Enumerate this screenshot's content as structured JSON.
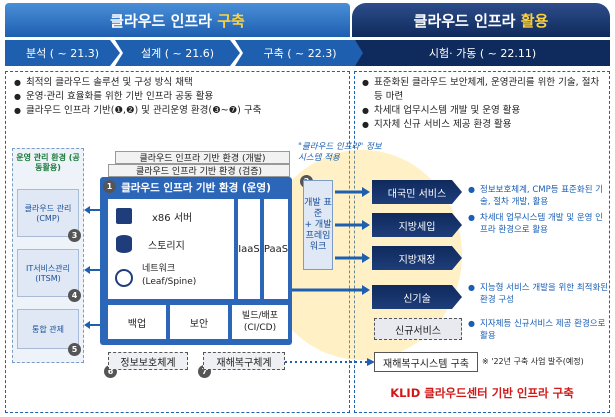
{
  "header": {
    "left_title_prefix": "클라우드 인프라",
    "left_title_highlight": "구축",
    "right_title_prefix": "클라우드 인프라",
    "right_title_highlight": "활용"
  },
  "phases": [
    {
      "label": "분석 ( ~ 21.3)"
    },
    {
      "label": "설계 ( ~ 21.6)"
    },
    {
      "label": "구축 ( ~ 22.3)"
    },
    {
      "label": "시험· 가동 ( ~ 22.11)"
    }
  ],
  "left_bullets": [
    "최적의 클라우드 솔루션 및 구성 방식 채택",
    "운영·관리 효율화를 위한 기반 인프라 공동 활용",
    "클라우드 인프라 기반(❶,❷) 및 관리운영 환경(❸~❼) 구축"
  ],
  "right_bullets": [
    "표준화된 클라우드 보안체계, 운영관리를 위한 기술, 절차 등 마련",
    "차세대 업무시스템 개발 및 운영 활용",
    "지자체 신규 서비스 제공 환경 활용"
  ],
  "mgmt": {
    "title": "운영 관리 환경 (공동활용)",
    "items": [
      {
        "label": "클라우드 관리 (CMP)",
        "num": "3"
      },
      {
        "label": "IT서비스관리 (ITSM)",
        "num": "4"
      },
      {
        "label": "통합 관제",
        "num": "5"
      }
    ]
  },
  "infra": {
    "dev_label": "클라우드 인프라 기반 환경 (개발)",
    "test_label": "클라우드 인프라 기반 환경 (검증)",
    "ops_label": "클라우드 인프라 기반 환경 (운영)",
    "num1": "1",
    "server": "x86 서버",
    "storage": "스토리지",
    "network": "네트워크 (Leaf/Spine)",
    "iaas": "IaaS",
    "paas": "PaaS",
    "backup": "백업",
    "security": "보안",
    "build": "빌드/배포 (CI/CD)"
  },
  "dev_framework": {
    "num": "2",
    "label": "개발 표준",
    "label2": "+ 개발 프레임워크"
  },
  "info_security_note": "\"클라우드 인프라\" 정보시스템 적용",
  "bottom_left": [
    {
      "label": "정보보호체계",
      "num": "6"
    },
    {
      "label": "재해복구체계",
      "num": "7"
    }
  ],
  "services": [
    {
      "label": "대국민 서비스"
    },
    {
      "label": "지방세입"
    },
    {
      "label": "지방재정"
    },
    {
      "label": "신기술"
    },
    {
      "label": "신규서비스"
    }
  ],
  "service_notes": [
    "정보보호체계, CMP등 표준화된 기술, 절차 개발, 활용",
    "차세대 업무시스템 개발 및 운영 인프라 환경으로 활용",
    "지능형 서비스 개발을 위한 최적화된 환경 구성",
    "지자체등 신규서비스 제공 환경으로 활용"
  ],
  "dr_system": {
    "label": "재해복구시스템 구축",
    "note": "※ '22년 구축 사업 발주(예정)"
  },
  "footer": "KLID 클라우드센터 기반 인프라 구축",
  "colors": {
    "navy": "#0f2a5c",
    "blue": "#1a5fb4",
    "orange": "#f0a020",
    "red": "#d01818"
  }
}
